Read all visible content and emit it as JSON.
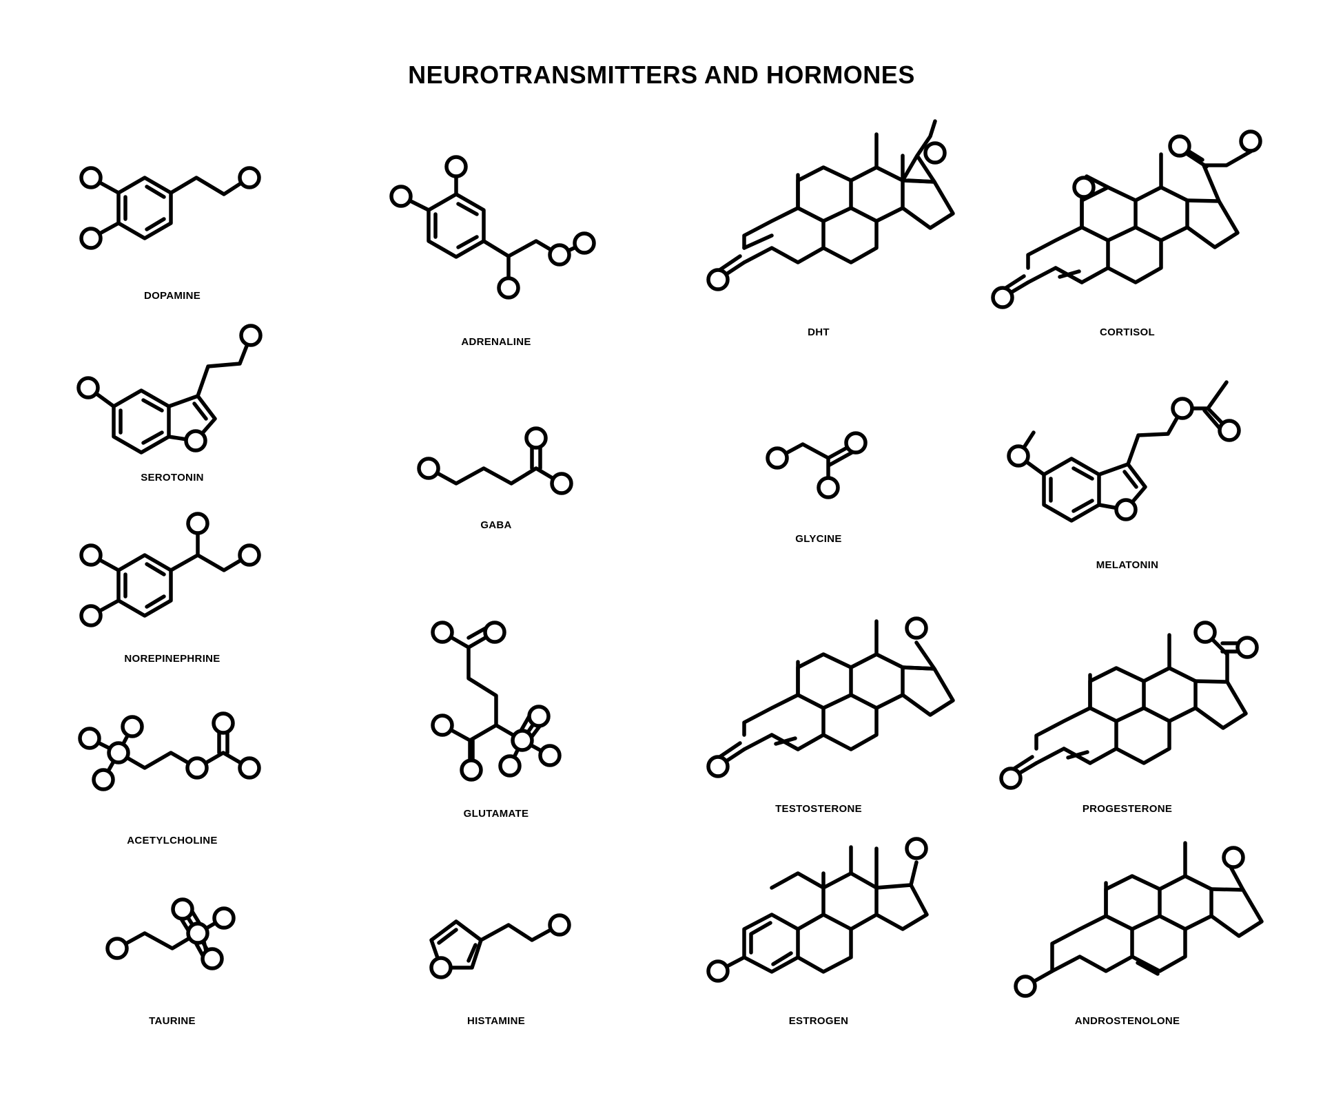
{
  "title": "NEUROTRANSMITTERS AND HORMONES",
  "molecules": [
    {
      "id": "dopamine",
      "label": "DOPAMINE"
    },
    {
      "id": "adrenaline",
      "label": "ADRENALINE"
    },
    {
      "id": "dht",
      "label": "DHT"
    },
    {
      "id": "cortisol",
      "label": "CORTISOL"
    },
    {
      "id": "serotonin",
      "label": "SEROTONIN"
    },
    {
      "id": "gaba",
      "label": "GABA"
    },
    {
      "id": "glycine",
      "label": "GLYCINE"
    },
    {
      "id": "melatonin",
      "label": "MELATONIN"
    },
    {
      "id": "norepinephrine",
      "label": "NOREPINEPHRINE"
    },
    {
      "id": "testosterone",
      "label": "TESTOSTERONE"
    },
    {
      "id": "progesterone",
      "label": "PROGESTERONE"
    },
    {
      "id": "acetylcholine",
      "label": "ACETYLCHOLINE"
    },
    {
      "id": "glutamate",
      "label": "GLUTAMATE"
    },
    {
      "id": "taurine",
      "label": "TAURINE"
    },
    {
      "id": "histamine",
      "label": "HISTAMINE"
    },
    {
      "id": "estrogen",
      "label": "ESTROGEN"
    },
    {
      "id": "androstenolone",
      "label": "ANDROSTENOLONE"
    }
  ]
}
